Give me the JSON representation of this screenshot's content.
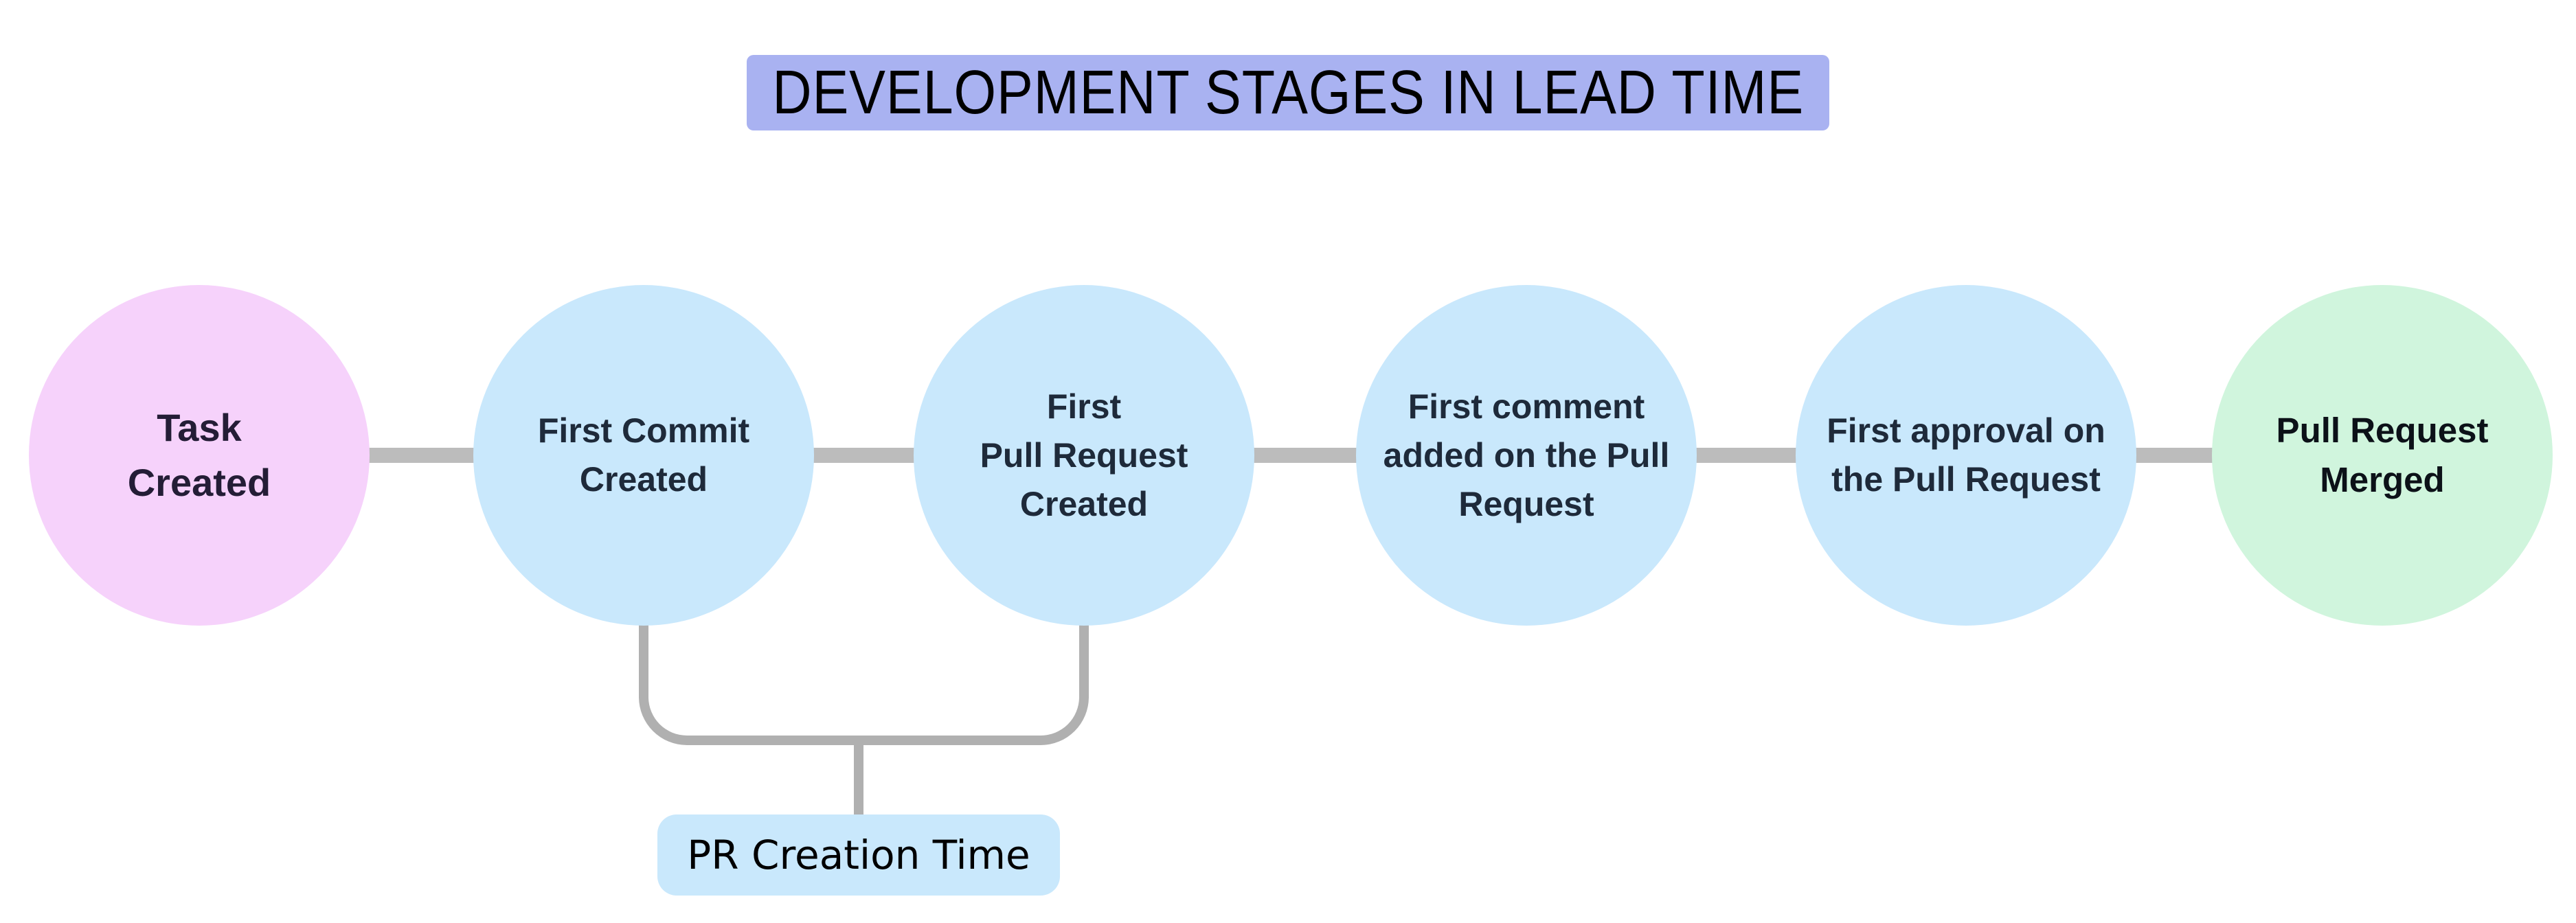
{
  "title": {
    "text": "DEVELOPMENT STAGES IN LEAD TIME"
  },
  "stages": [
    {
      "name": "task-created",
      "lines": [
        "Task",
        "Created"
      ]
    },
    {
      "name": "first-commit-created",
      "lines": [
        "First Commit",
        "Created"
      ]
    },
    {
      "name": "first-pull-request-created",
      "lines": [
        "First",
        "Pull Request",
        "Created"
      ]
    },
    {
      "name": "first-comment-added",
      "lines": [
        "First comment",
        "added on the Pull",
        "Request"
      ]
    },
    {
      "name": "first-approval",
      "lines": [
        "First approval on",
        "the Pull Request"
      ]
    },
    {
      "name": "pull-request-merged",
      "lines": [
        "Pull Request",
        "Merged"
      ]
    }
  ],
  "annotation": {
    "text": "PR Creation Time",
    "spans_stages": [
      "first-commit-created",
      "first-pull-request-created"
    ]
  },
  "colors": {
    "title_bg": "#a9b2f1",
    "stage_default_bg": "#c9e8fc",
    "stage_start_bg": "#f6d2fb",
    "stage_end_bg": "#d0f5dd",
    "connector": "#bcbcbc",
    "bracket": "#b0b0b0",
    "annotation_bg": "#c9e8fc",
    "stage_text": "#1e2a3a"
  }
}
